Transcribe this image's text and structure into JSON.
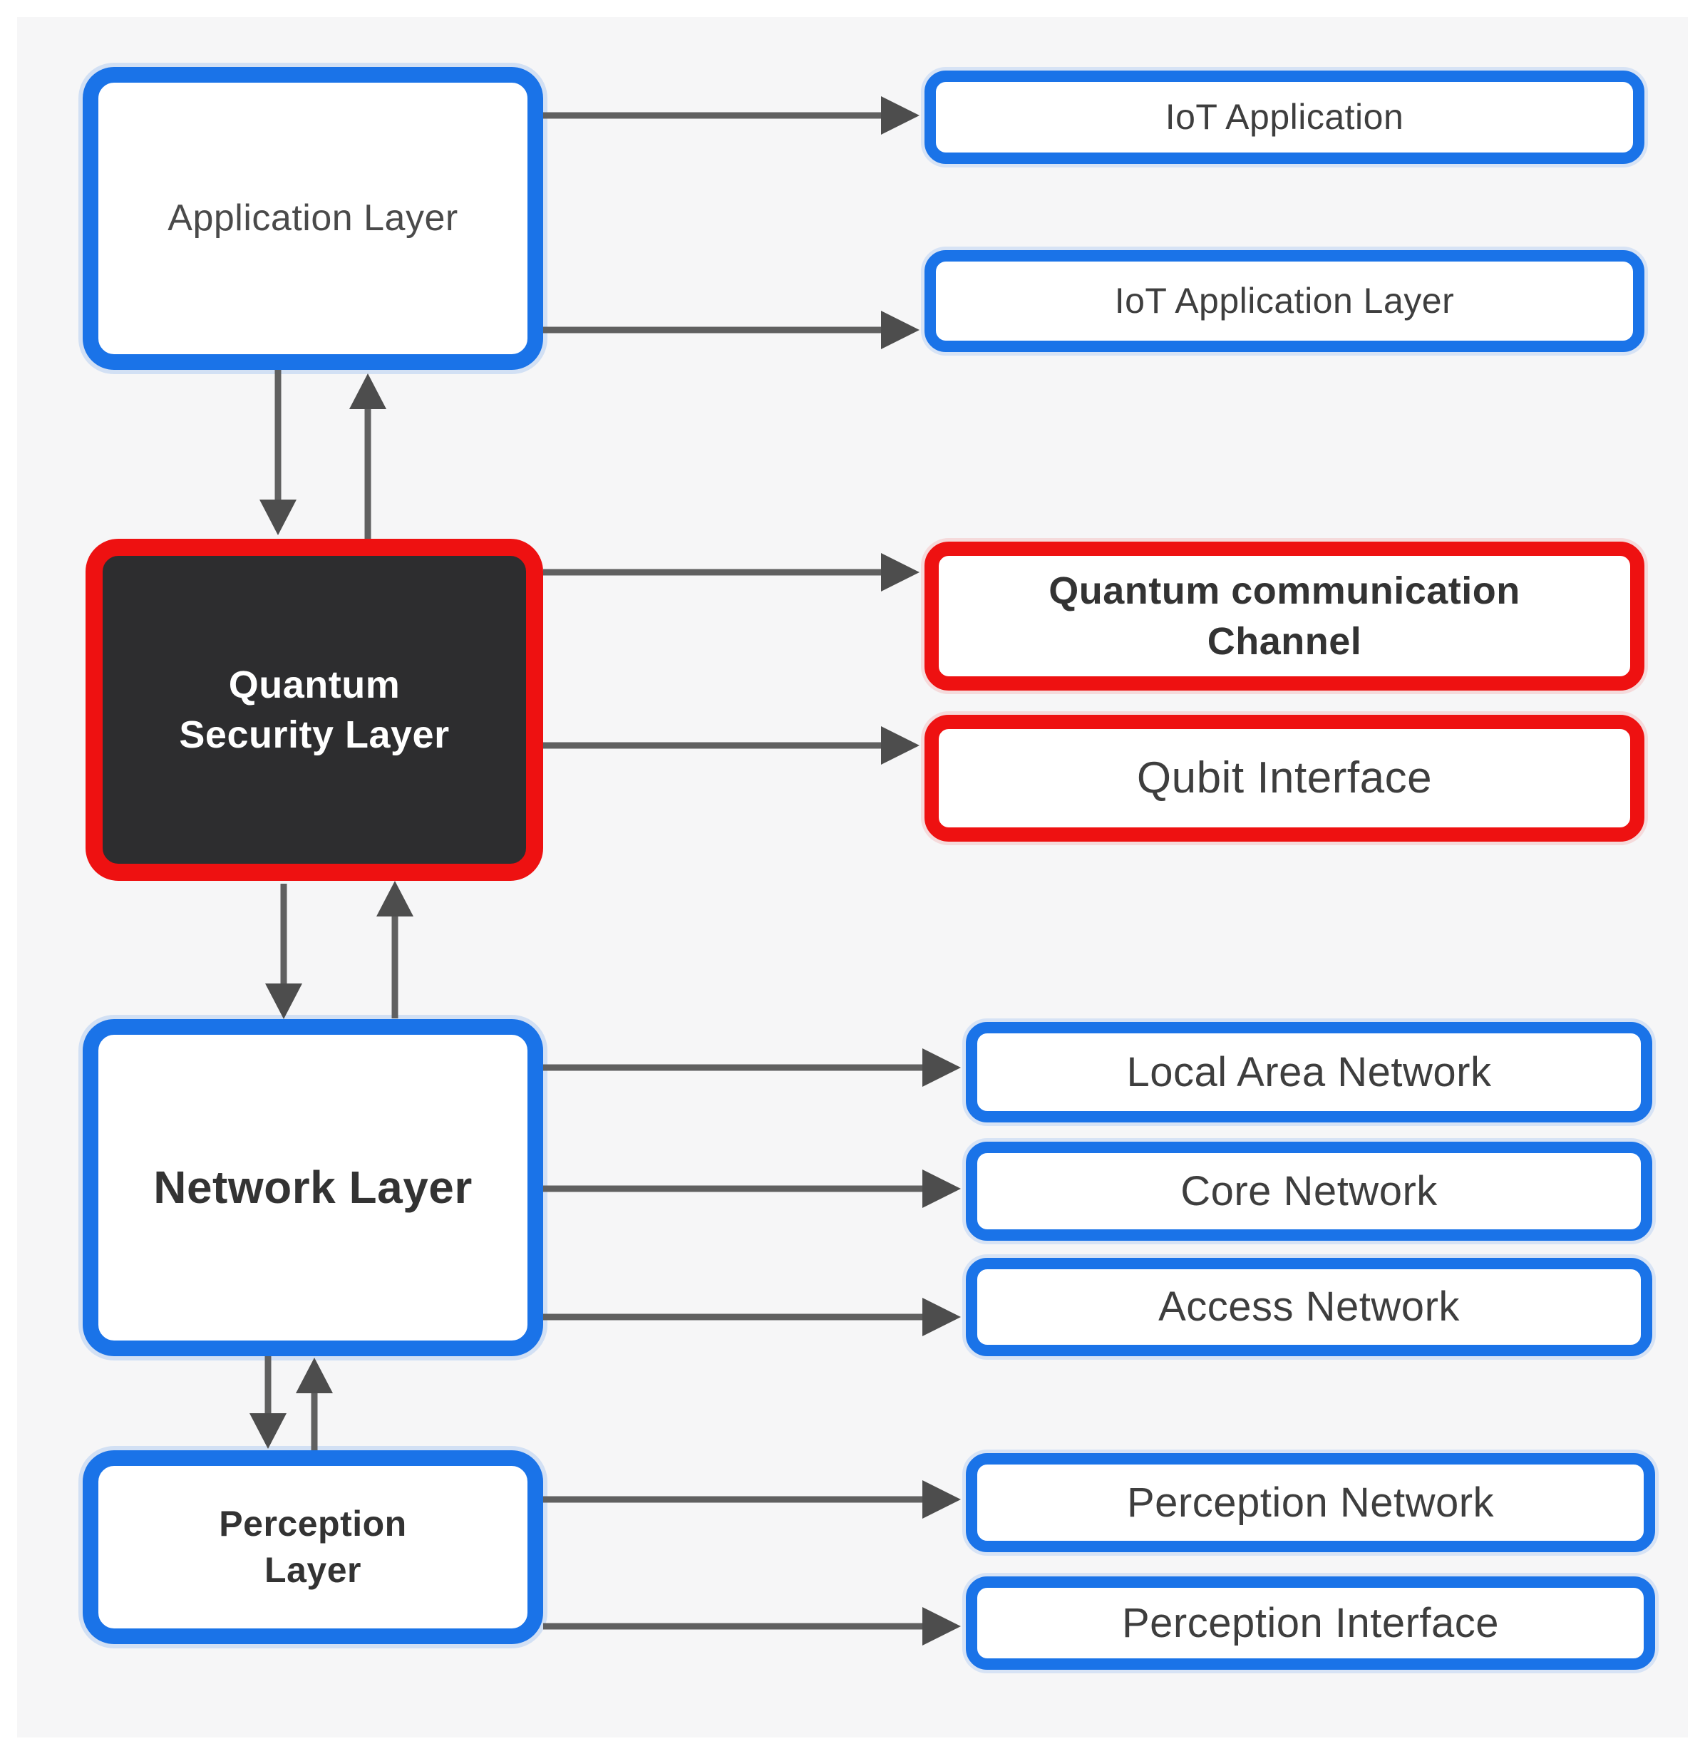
{
  "diagram": {
    "layers": {
      "application": {
        "label": "Application Layer"
      },
      "quantum_security": {
        "label": "Quantum\nSecurity Layer"
      },
      "network": {
        "label": "Network Layer"
      },
      "perception": {
        "label": "Perception\nLayer"
      }
    },
    "components": {
      "iot_application": {
        "label": "IoT Application"
      },
      "iot_application_layer": {
        "label": "IoT Application Layer"
      },
      "quantum_communication_channel": {
        "label": "Quantum communication\nChannel"
      },
      "qubit_interface": {
        "label": "Qubit Interface"
      },
      "local_area_network": {
        "label": "Local Area Network"
      },
      "core_network": {
        "label": "Core Network"
      },
      "access_network": {
        "label": "Access Network"
      },
      "perception_network": {
        "label": "Perception Network"
      },
      "perception_interface": {
        "label": "Perception Interface"
      }
    },
    "colors": {
      "blue_border": "#1a73e8",
      "red_border": "#ee1111",
      "dark_layer_fill": "#2d2d2f",
      "arrow_gray": "#606060",
      "canvas_background": "#f6f6f7"
    },
    "connections": [
      {
        "from": "application",
        "to": "iot_application",
        "type": "arrow-right"
      },
      {
        "from": "application",
        "to": "iot_application_layer",
        "type": "arrow-right"
      },
      {
        "from": "application",
        "to": "quantum_security",
        "type": "bidirectional-vertical"
      },
      {
        "from": "quantum_security",
        "to": "quantum_communication_channel",
        "type": "arrow-right"
      },
      {
        "from": "quantum_security",
        "to": "qubit_interface",
        "type": "arrow-right"
      },
      {
        "from": "quantum_security",
        "to": "network",
        "type": "bidirectional-vertical"
      },
      {
        "from": "network",
        "to": "local_area_network",
        "type": "arrow-right"
      },
      {
        "from": "network",
        "to": "core_network",
        "type": "arrow-right"
      },
      {
        "from": "network",
        "to": "access_network",
        "type": "arrow-right"
      },
      {
        "from": "network",
        "to": "perception",
        "type": "bidirectional-vertical"
      },
      {
        "from": "perception",
        "to": "perception_network",
        "type": "arrow-right"
      },
      {
        "from": "perception",
        "to": "perception_interface",
        "type": "arrow-right"
      }
    ]
  }
}
